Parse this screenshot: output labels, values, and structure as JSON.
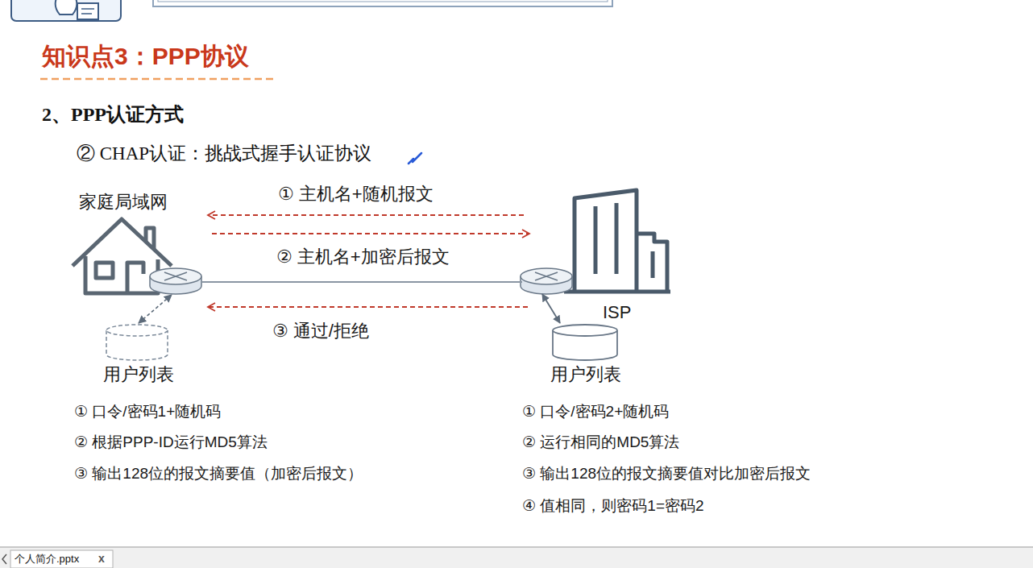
{
  "diagram": {
    "title": "知识点3：PPP协议",
    "nodes": [
      {
        "text": [
          "家庭局域网"
        ]
      },
      {
        "text": [
          "ISP"
        ]
      },
      {
        "text": [
          "用户列表"
        ]
      },
      {
        "text": [
          "用户列表"
        ]
      }
    ],
    "edges": [
      {
        "from": 1,
        "to": 0,
        "label": "① 主机名+随机报文",
        "arrow": "to"
      },
      {
        "from": 0,
        "to": 1,
        "label": "② 主机名+加密后报文",
        "arrow": "to"
      },
      {
        "from": 0,
        "to": 1,
        "arrow": "none"
      },
      {
        "from": 1,
        "to": 0,
        "label": "③ 通过/拒绝",
        "arrow": "to"
      },
      {
        "from": 2,
        "to": 0,
        "arrow": "both"
      },
      {
        "from": 3,
        "to": 1,
        "arrow": "both"
      }
    ],
    "labels": [
      "2、PPP认证方式",
      "② CHAP认证：挑战式握手认证协议",
      "① 口令/密码1+随机码",
      "② 根据PPP-ID运行MD5算法",
      "③ 输出128位的报文摘要值（加密后报文）",
      "① 口令/密码2+随机码",
      "② 运行相同的MD5算法",
      "③ 输出128位的报文摘要值对比加密后报文",
      "④ 值相同，则密码1=密码2",
      "个人简介.pptx",
      "x"
    ]
  }
}
